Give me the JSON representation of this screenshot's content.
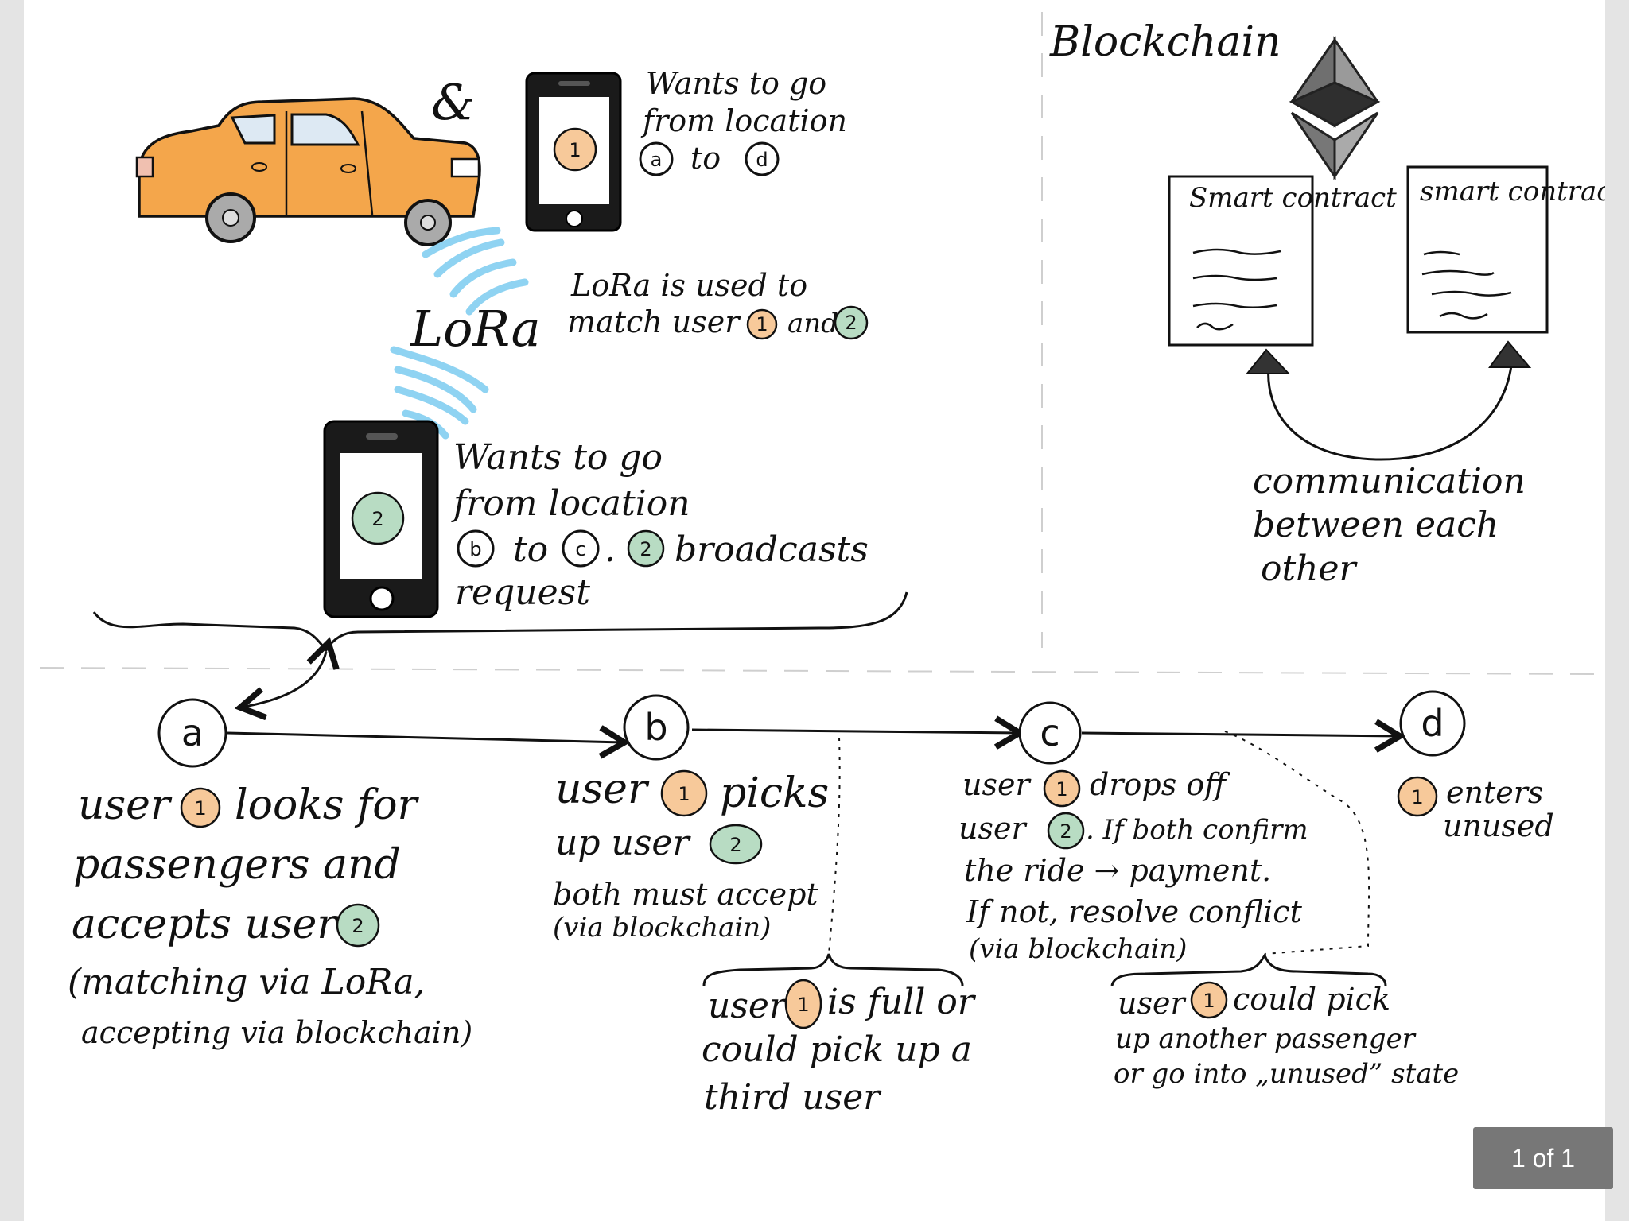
{
  "blockchain": {
    "title": "Blockchain",
    "contract_left": "Smart contract",
    "contract_right": "smart contract",
    "communication": [
      "communication",
      "between each",
      "other"
    ]
  },
  "car": {
    "ampersand": "&"
  },
  "phone1": {
    "badge": "1",
    "text": [
      "Wants to go",
      "from location",
      "to"
    ]
  },
  "lora": {
    "label": "LoRa",
    "text": [
      "LoRa is used to",
      "match user",
      "and"
    ]
  },
  "phone2": {
    "badge": "2",
    "text": [
      "Wants to go",
      "from location",
      "to",
      ".",
      "broadcasts",
      "request"
    ]
  },
  "route": {
    "nodes": [
      "a",
      "b",
      "c",
      "d"
    ],
    "a_text": [
      "user",
      "looks for",
      "passengers and",
      "accepts user",
      "(matching via LoRa,",
      "accepting via blockchain)"
    ],
    "b_text": [
      "user",
      "picks",
      "up user",
      "both must accept",
      "(via blockchain)"
    ],
    "c_text": [
      "user",
      "drops off",
      "user",
      ". If both confirm",
      "the ride → payment.",
      "If not, resolve conflict",
      "(via blockchain)"
    ],
    "d_text": [
      "enters",
      "unused"
    ],
    "bc_text": [
      "user",
      "is full or",
      "could pick up a",
      "third user"
    ],
    "cd_text": [
      "user",
      "could pick",
      "up another passenger",
      "or go into „unused” state"
    ]
  },
  "pager": {
    "label": "1 of 1"
  },
  "colors": {
    "user1": "#f7c99a",
    "user2": "#b8dcc3",
    "lora": "#8fd3f2",
    "car": "#f4a64b"
  }
}
